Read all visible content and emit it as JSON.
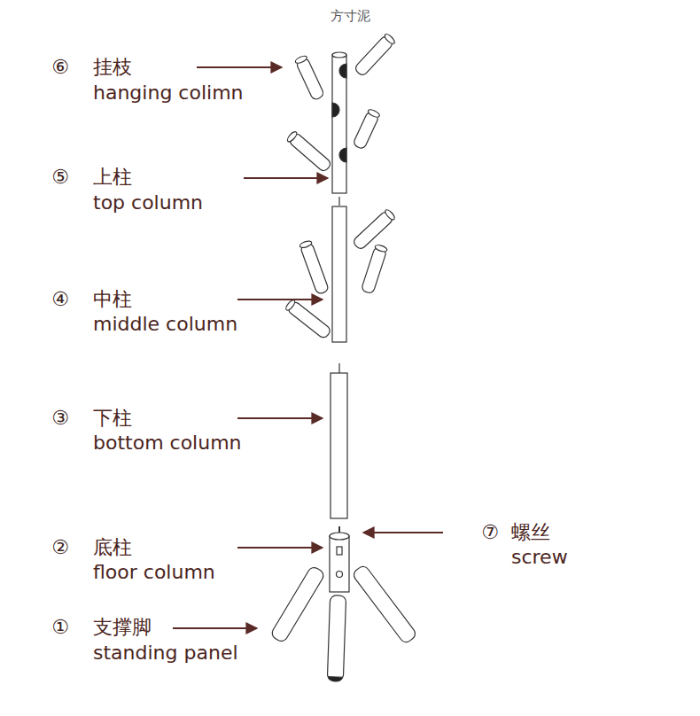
{
  "diagram": {
    "labels": [
      "方寸泥",
      "⑥",
      "挂枝",
      "hanging colimn",
      "⑤",
      "上柱",
      "top column",
      "④",
      "中柱",
      "middle column",
      "③",
      "下柱",
      "bottom column",
      "②",
      "底柱",
      "floor column",
      "①",
      "支撑脚",
      "standing panel",
      "⑦",
      "螺丝",
      "screw"
    ]
  }
}
